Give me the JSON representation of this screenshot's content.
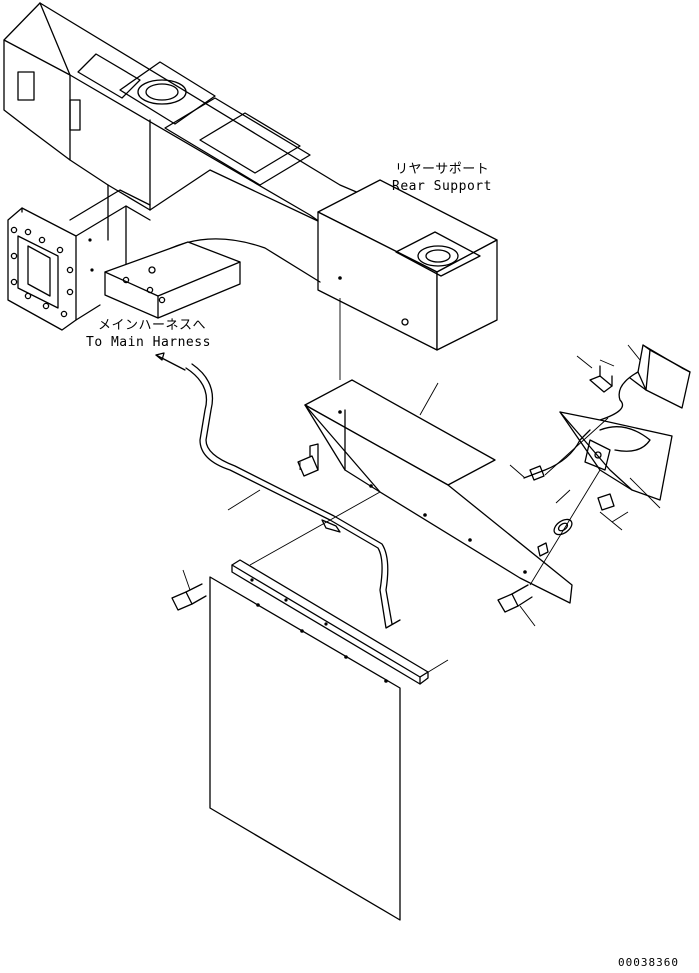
{
  "labels": {
    "rear_support_jp": "リヤーサポート",
    "rear_support_en": "Rear Support",
    "main_harness_jp": "メインハーネスへ",
    "main_harness_en": "To Main Harness"
  },
  "drawing_number": "00038360",
  "colors": {
    "line": "#000000",
    "background": "#ffffff"
  }
}
